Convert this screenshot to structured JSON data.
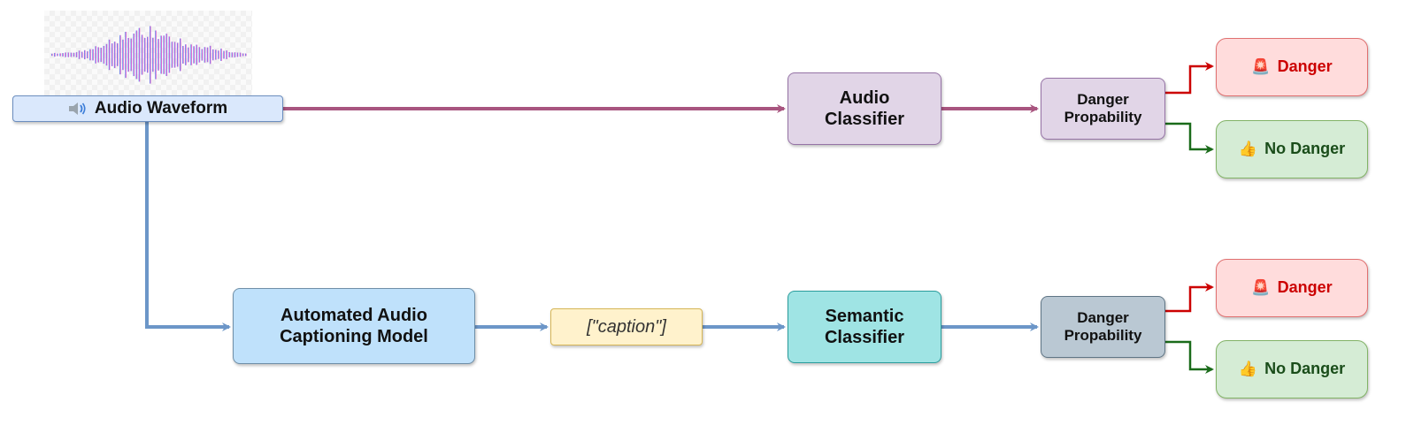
{
  "input": {
    "label": "Audio Waveform",
    "icon": "speaker-icon"
  },
  "top_branch": {
    "classifier": "Audio\nClassifier",
    "probability": "Danger\nPropability",
    "danger": {
      "icon": "siren-icon",
      "glyph": "🚨",
      "label": "Danger"
    },
    "no_danger": {
      "icon": "thumbs-up-icon",
      "glyph": "👍",
      "label": "No Danger"
    }
  },
  "bottom_branch": {
    "captioning_model": "Automated Audio\nCaptioning Model",
    "caption": "[\"caption\"]",
    "classifier": "Semantic\nClassifier",
    "probability": "Danger\nPropability",
    "danger": {
      "icon": "siren-icon",
      "glyph": "🚨",
      "label": "Danger"
    },
    "no_danger": {
      "icon": "thumbs-up-icon",
      "glyph": "👍",
      "label": "No Danger"
    }
  },
  "colors": {
    "top_path": "#a8557f",
    "bottom_path": "#6c96c8",
    "danger_arrow": "#cc0000",
    "no_danger_arrow": "#1a6b1a"
  }
}
